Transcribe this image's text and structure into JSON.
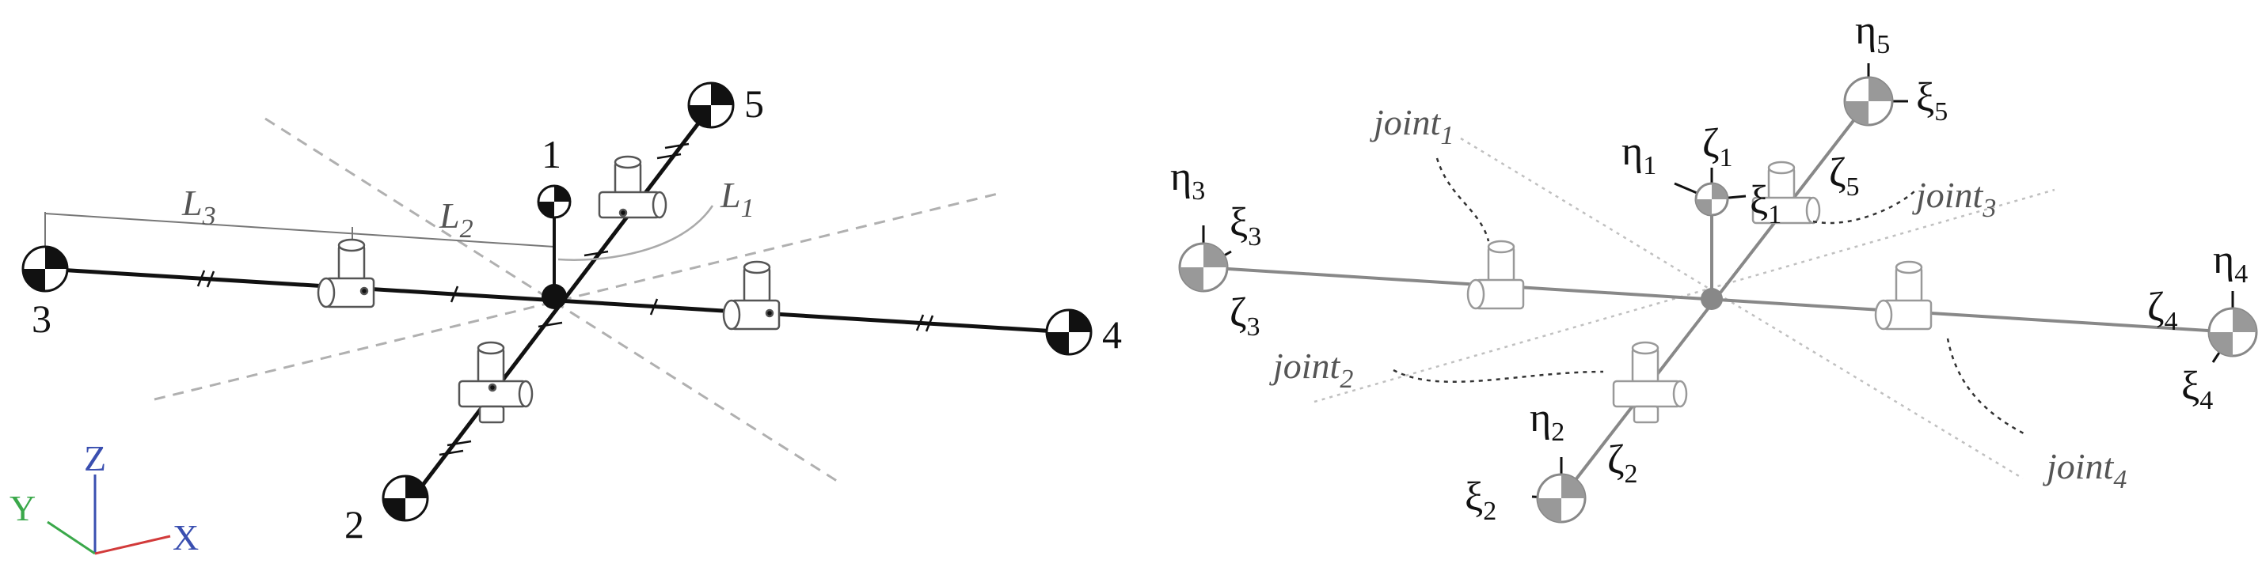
{
  "left_diagram": {
    "nodes": {
      "n1": "1",
      "n2": "2",
      "n3": "3",
      "n4": "4",
      "n5": "5"
    },
    "lengths": {
      "L1": {
        "base": "L",
        "sub": "1"
      },
      "L2": {
        "base": "L",
        "sub": "2"
      },
      "L3": {
        "base": "L",
        "sub": "3"
      }
    }
  },
  "right_diagram": {
    "joints": {
      "j1": {
        "base": "joint",
        "sub": "1"
      },
      "j2": {
        "base": "joint",
        "sub": "2"
      },
      "j3": {
        "base": "joint",
        "sub": "3"
      },
      "j4": {
        "base": "joint",
        "sub": "4"
      }
    },
    "frames": {
      "f1": {
        "eta": "η",
        "xi": "ξ",
        "zeta": "ζ",
        "sub": "1"
      },
      "f2": {
        "eta": "η",
        "xi": "ξ",
        "zeta": "ζ",
        "sub": "2"
      },
      "f3": {
        "eta": "η",
        "xi": "ξ",
        "zeta": "ζ",
        "sub": "3"
      },
      "f4": {
        "eta": "η",
        "xi": "ξ",
        "zeta": "ζ",
        "sub": "4"
      },
      "f5": {
        "eta": "η",
        "xi": "ξ",
        "zeta": "ζ",
        "sub": "5"
      }
    }
  },
  "axes_triad": {
    "z": "Z",
    "y": "Y",
    "x": "X",
    "colors": {
      "z": "#3a4fb0",
      "y": "#3aa84a",
      "x": "#d23a3a"
    }
  },
  "colors": {
    "line_dark": "#111111",
    "line_gray": "#888888",
    "guide_dash": "#b0b0b0",
    "mass_fill_gray": "#999999",
    "joint_stroke": "#8a8a8a"
  }
}
